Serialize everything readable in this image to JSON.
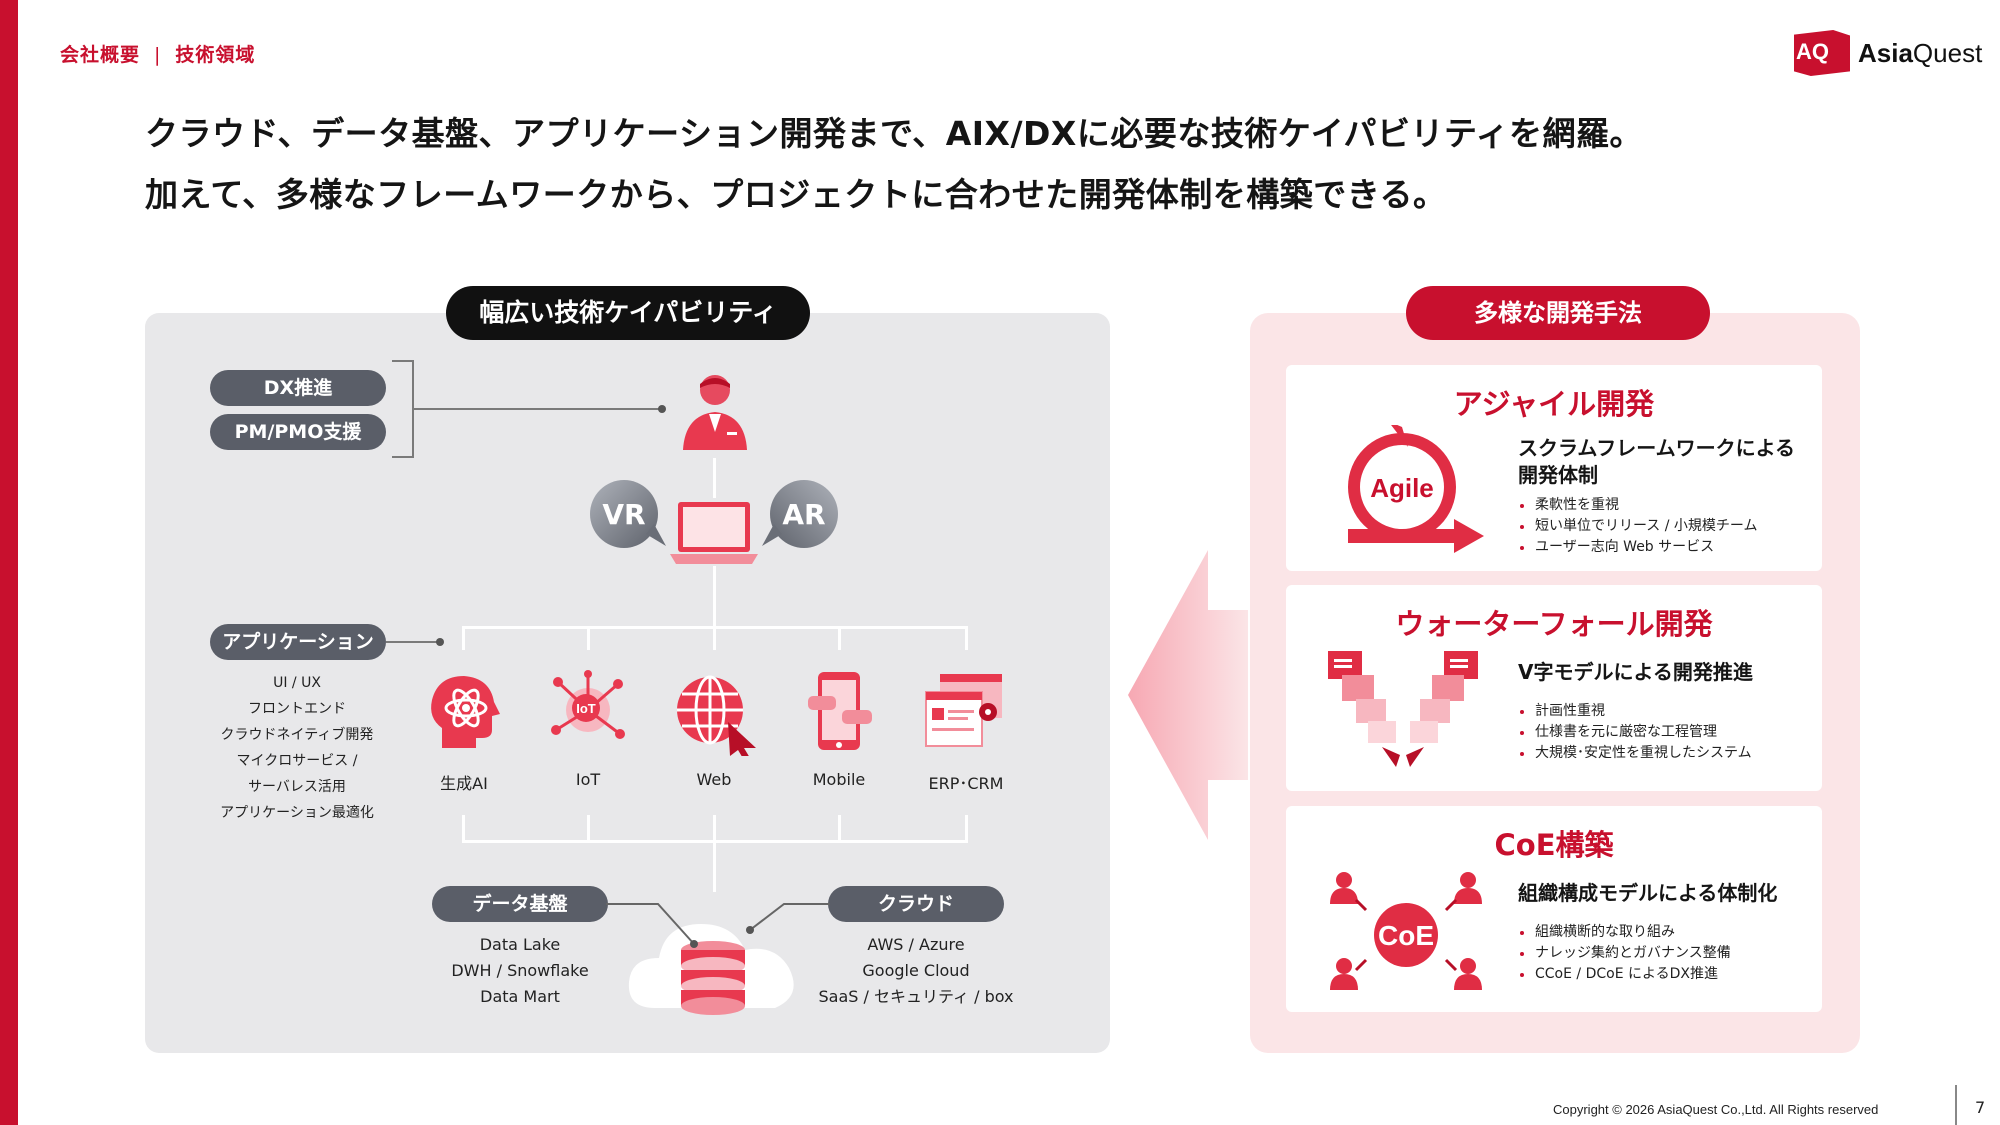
{
  "breadcrumb": {
    "section": "会社概要",
    "separator": "|",
    "page": "技術領域"
  },
  "logo": {
    "mark": "AQ",
    "name_bold": "Asia",
    "name_regular": "Quest"
  },
  "headline": {
    "line1": "クラウド、データ基盤、アプリケーション開発まで、AIX/DXに必要な技術ケイパビリティを網羅。",
    "line2": "加えて、多様なフレームワークから、プロジェクトに合わせた開発体制を構築できる。"
  },
  "capability": {
    "title": "幅広い技術ケイパビリティ",
    "tags": [
      "DX推進",
      "PM/PMO支援"
    ],
    "vr": "VR",
    "ar": "AR",
    "application": {
      "label": "アプリケーション",
      "items": [
        "UI / UX",
        "フロントエンド",
        "クラウドネイティブ開発",
        "マイクロサービス /",
        "サーバレス活用",
        "アプリケーション最適化"
      ]
    },
    "tech_icons": [
      {
        "label": "生成AI",
        "icon": "ai-head-icon"
      },
      {
        "label": "IoT",
        "icon": "iot-icon"
      },
      {
        "label": "Web",
        "icon": "web-globe-icon"
      },
      {
        "label": "Mobile",
        "icon": "mobile-icon"
      },
      {
        "label": "ERP･CRM",
        "icon": "erp-crm-icon"
      }
    ],
    "data_platform": {
      "label": "データ基盤",
      "items": [
        "Data Lake",
        "DWH / Snowflake",
        "Data Mart"
      ]
    },
    "cloud": {
      "label": "クラウド",
      "items": [
        "AWS / Azure",
        "Google Cloud",
        "SaaS / セキュリティ / box"
      ]
    }
  },
  "methods": {
    "title": "多様な開発手法",
    "agile": {
      "title": "アジャイル開発",
      "icon_label": "Agile",
      "subtitle_line1": "スクラムフレームワークによる",
      "subtitle_line2": "開発体制",
      "bullets": [
        "柔軟性を重視",
        "短い単位でリリース / 小規模チーム",
        "ユーザー志向 Web サービス"
      ]
    },
    "waterfall": {
      "title": "ウォーターフォール開発",
      "subtitle": "V字モデルによる開発推進",
      "bullets": [
        "計画性重視",
        "仕様書を元に厳密な工程管理",
        "大規模･安定性を重視したシステム"
      ]
    },
    "coe": {
      "title": "CoE構築",
      "icon_label": "CoE",
      "subtitle": "組織構成モデルによる体制化",
      "bullets": [
        "組織横断的な取り組み",
        "ナレッジ集約とガバナンス整備",
        "CCoE / DCoE によるDX推進"
      ]
    }
  },
  "footer": {
    "copyright": "Copyright © 2026 AsiaQuest Co.,Ltd. All Rights reserved",
    "page": "7"
  },
  "colors": {
    "brand_red": "#c8102e",
    "panel_gray": "#e8e8ea",
    "panel_pink": "#fbe5e7",
    "pill_gray": "#5a5e68"
  }
}
